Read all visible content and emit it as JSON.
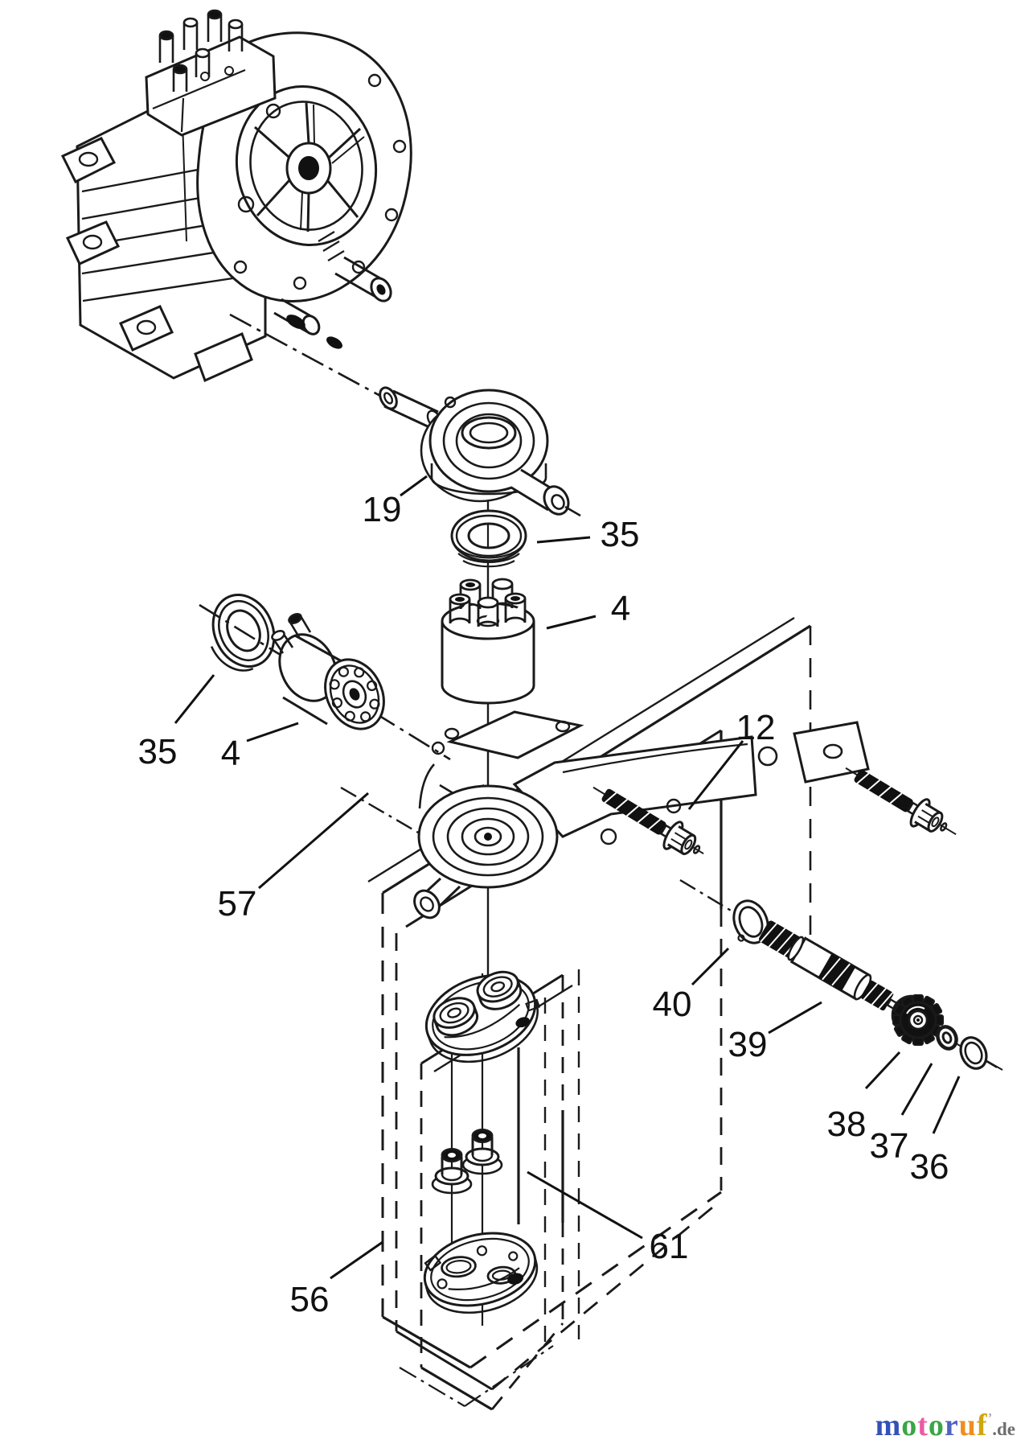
{
  "diagram": {
    "type": "exploded-parts-diagram",
    "callouts": [
      {
        "label": "19"
      },
      {
        "label": "35"
      },
      {
        "label": "4"
      },
      {
        "label": "35"
      },
      {
        "label": "4"
      },
      {
        "label": "12"
      },
      {
        "label": "57"
      },
      {
        "label": "40"
      },
      {
        "label": "39"
      },
      {
        "label": "38"
      },
      {
        "label": "37"
      },
      {
        "label": "36"
      },
      {
        "label": "61"
      },
      {
        "label": "56"
      }
    ]
  },
  "watermark": {
    "apostrophe": "’",
    "tld": ".de",
    "tld_css": "color:#6e6e6e",
    "letters": [
      {
        "char": "m",
        "css": "color:#3352b8"
      },
      {
        "char": "o",
        "css": "color:#3aa645"
      },
      {
        "char": "t",
        "css": "color:#ea5ca3"
      },
      {
        "char": "o",
        "css": "color:#3aa645"
      },
      {
        "char": "r",
        "css": "color:#4f63c4"
      },
      {
        "char": "u",
        "css": "color:#ef8d1f"
      },
      {
        "char": "f",
        "css": "color:#cfa60f"
      }
    ]
  }
}
